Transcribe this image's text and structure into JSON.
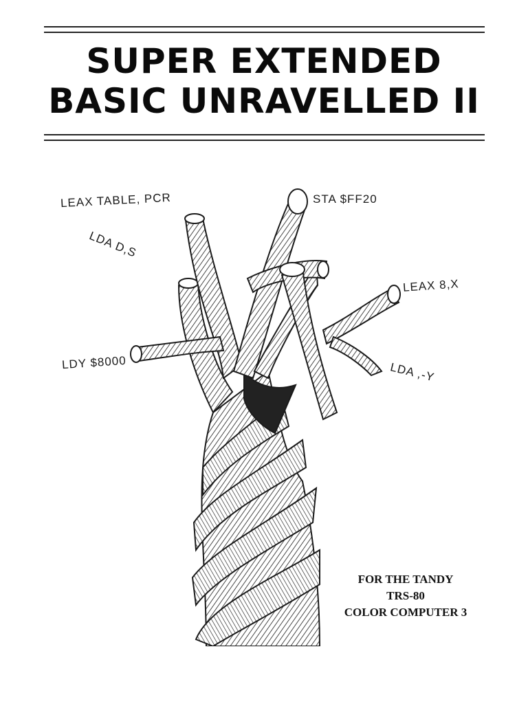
{
  "cover": {
    "title_line_1": "SUPER EXTENDED",
    "title_line_2": "BASIC UNRAVELLED II"
  },
  "illustration": {
    "subject": "rope-with-frayed-strands",
    "colors": {
      "ink": "#1a1a1a",
      "paper": "#ffffff"
    },
    "labels": {
      "leax_table": "LEAX TABLE, PCR",
      "sta": "STA $FF20",
      "lda_ds": "LDA D,S",
      "leax_8x": "LEAX  8,X",
      "ldy": "LDY $8000",
      "lda_y": "LDA ,-Y"
    }
  },
  "footer": {
    "line_1": "FOR THE TANDY",
    "line_2": "TRS-80",
    "line_3": "COLOR COMPUTER 3"
  }
}
